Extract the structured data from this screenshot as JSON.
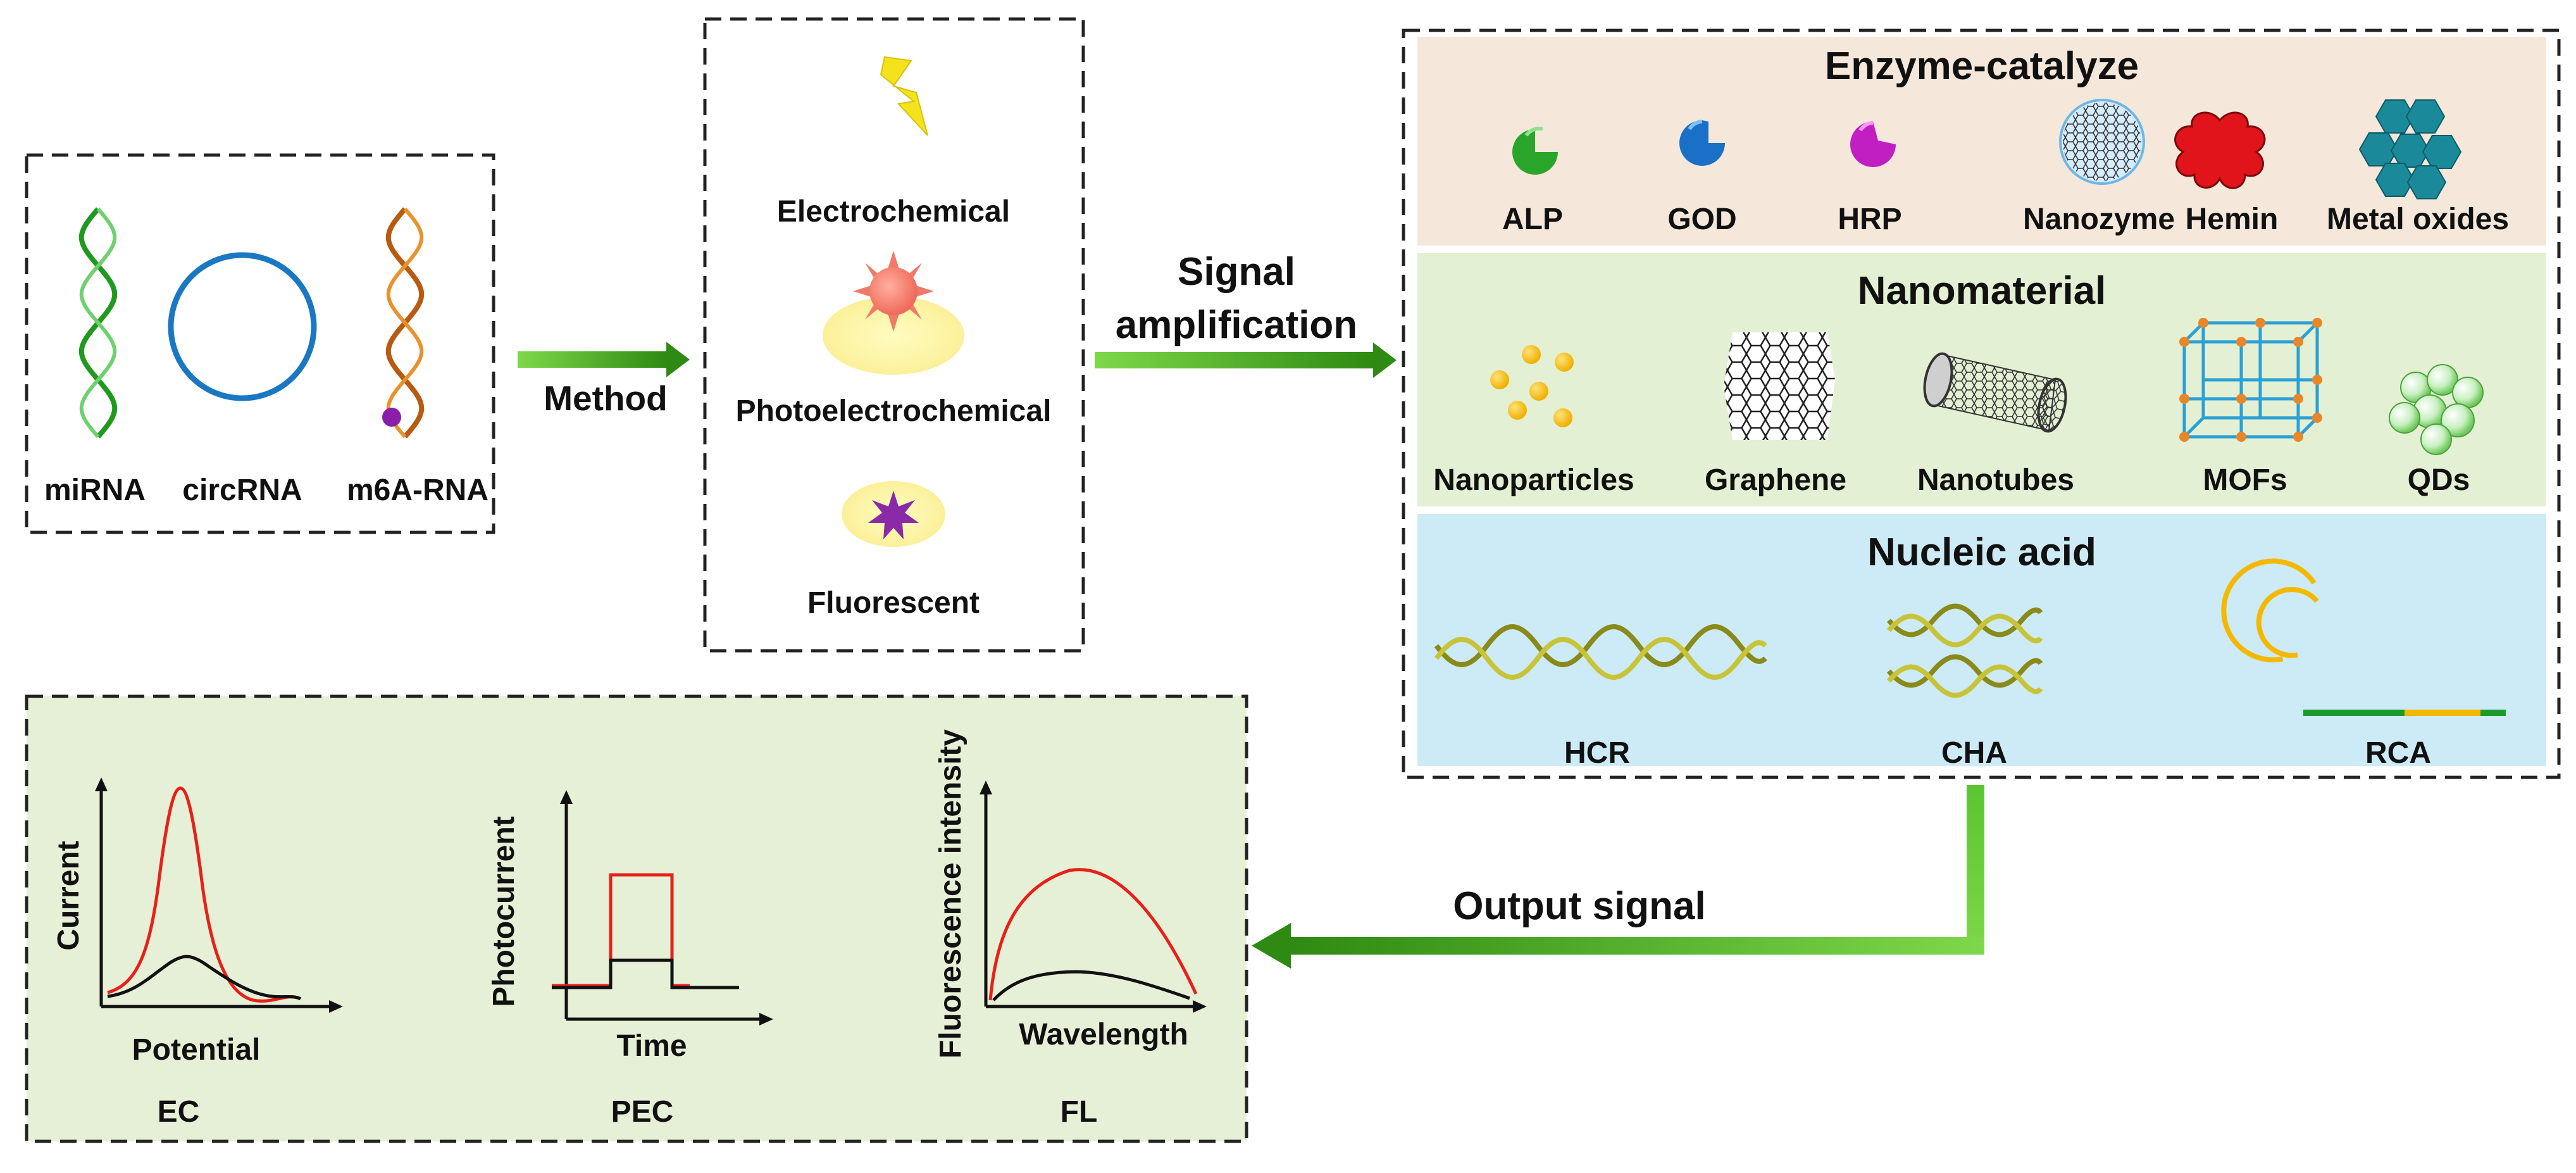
{
  "targets": {
    "items": [
      "miRNA",
      "circRNA",
      "m6A-RNA"
    ]
  },
  "method": {
    "arrow_label": "Method",
    "items": [
      "Electrochemical",
      "Photoelectrochemical",
      "Fluorescent"
    ]
  },
  "amplification": {
    "arrow_label_line1": "Signal",
    "arrow_label_line2": "amplification",
    "enzyme": {
      "title": "Enzyme-catalyze",
      "items": [
        "ALP",
        "GOD",
        "HRP",
        "Nanozyme",
        "Hemin",
        "Metal oxides"
      ],
      "colors": {
        "ALP": "#2aa52a",
        "GOD": "#1a6fc7",
        "HRP": "#c21fc2",
        "Hemin": "#e0141a",
        "Metal oxides": "#1a8a9a"
      }
    },
    "nanomaterial": {
      "title": "Nanomaterial",
      "items": [
        "Nanoparticles",
        "Graphene",
        "Nanotubes",
        "MOFs",
        "QDs"
      ]
    },
    "nucleic": {
      "title": "Nucleic acid",
      "items": [
        "HCR",
        "CHA",
        "RCA"
      ]
    }
  },
  "output": {
    "arrow_label": "Output signal",
    "charts": [
      {
        "name": "EC",
        "xlabel": "Potential",
        "ylabel": "Current"
      },
      {
        "name": "PEC",
        "xlabel": "Time",
        "ylabel": "Photocurrent"
      },
      {
        "name": "FL",
        "xlabel": "Wavelength",
        "ylabel": "Fluorescence intensity"
      }
    ]
  },
  "colors": {
    "enzyme_bg": "#f5e8db",
    "nano_bg": "#e3f0d3",
    "nucleic_bg": "#cdebf6",
    "output_bg": "#e5f0d6",
    "arrow_green": "#3a9a1a",
    "signal_red": "#e8201a"
  }
}
